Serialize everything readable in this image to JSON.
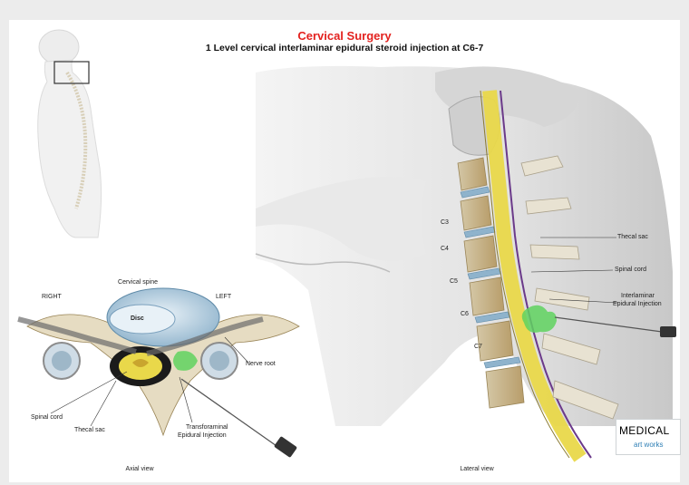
{
  "header": {
    "title": "Cervical Surgery",
    "subtitle": "1 Level cervical interlaminar epidural steroid injection at C6-7",
    "title_color": "#e3221f"
  },
  "axial": {
    "heading": "Cervical spine",
    "right": "RIGHT",
    "left": "LEFT",
    "disc": "Disc",
    "nerve_root": "Nerve root",
    "spinal_cord": "Spinal cord",
    "thecal_sac": "Thecal sac",
    "transforaminal_1": "Transforaminal",
    "transforaminal_2": "Epidural Injection",
    "view": "Axial view"
  },
  "lateral": {
    "c3": "C3",
    "c4": "C4",
    "c5": "C5",
    "c6": "C6",
    "c7": "C7",
    "thecal_sac": "Thecal sac",
    "spinal_cord": "Spinal cord",
    "interlaminar_1": "Interlaminar",
    "interlaminar_2": "Epidural Injection",
    "view": "Lateral view"
  },
  "logo": {
    "line1": "MEDICAL",
    "line2": "art works",
    "accent": "#2e7fb5"
  },
  "colors": {
    "cord": "#e9d84a",
    "injectate": "#5fd25f",
    "disc_blue": "#8fb3cc",
    "bone": "#e6dcc2"
  }
}
